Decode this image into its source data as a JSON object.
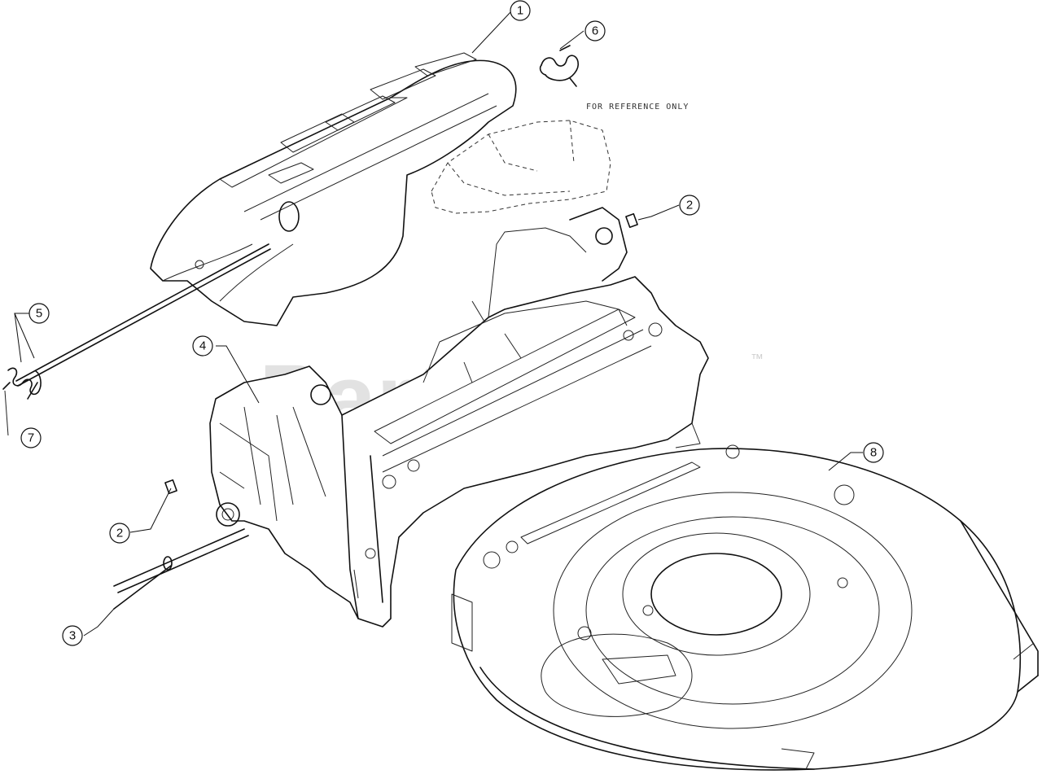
{
  "diagram": {
    "callouts": [
      {
        "id": "c1",
        "label": "1"
      },
      {
        "id": "c2a",
        "label": "2"
      },
      {
        "id": "c2b",
        "label": "2"
      },
      {
        "id": "c3",
        "label": "3"
      },
      {
        "id": "c4",
        "label": "4"
      },
      {
        "id": "c5",
        "label": "5"
      },
      {
        "id": "c6",
        "label": "6"
      },
      {
        "id": "c7",
        "label": "7"
      },
      {
        "id": "c8",
        "label": "8"
      }
    ],
    "note": "FOR REFERENCE ONLY",
    "watermark": "PartsTree",
    "trademark": "™"
  },
  "colors": {
    "line": "#111111",
    "watermark": "#d9d9d9",
    "background": "#ffffff"
  }
}
